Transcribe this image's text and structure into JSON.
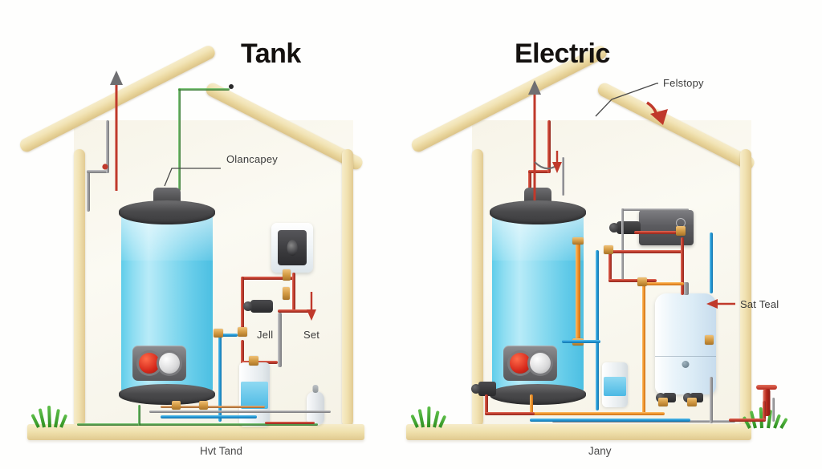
{
  "panels": {
    "left": {
      "title": "Tank",
      "callout_top": "Olancapey",
      "label_mid_left": "Jell",
      "label_mid_right": "Set",
      "caption_bottom": "Hvt Tand"
    },
    "right": {
      "title": "Electric",
      "callout_top": "Felstopy",
      "label_right": "Sat Teal",
      "caption_bottom": "Jany"
    }
  },
  "icons": {
    "arrow_up_left": "arrow-up-icon",
    "arrow_up_right": "arrow-up-icon",
    "arrow_down_left": "arrow-down-icon",
    "arrow_down_right": "arrow-down-icon",
    "arrow_left_satteal": "arrow-left-icon",
    "arrow_roof_right": "arrow-right-icon"
  },
  "colors": {
    "background": "#fefefd",
    "wall": "#f7f4e8",
    "beam": "#f1e2b2",
    "hot_pipe": "#c0392b",
    "cold_pipe": "#2196d6",
    "gas_pipe": "#f0922a",
    "vent_pipe": "#9a9a9d",
    "ground_pipe": "#3f8f3a",
    "tank_water": "#63cbe9",
    "tank_cap": "#4a4a4c",
    "knob_red": "#d6291b",
    "knob_white": "#d9d9da",
    "grass": "#3f9a2c",
    "title_text": "#14110f",
    "label_text": "#3c3c3c"
  }
}
